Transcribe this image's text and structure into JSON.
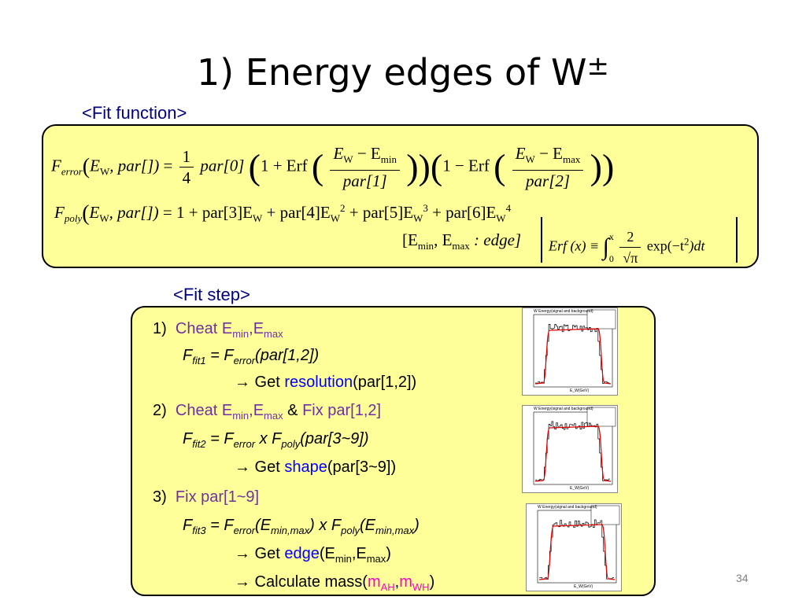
{
  "title": {
    "main": "1) Energy edges of W",
    "sup": "±"
  },
  "fit_function_label": "<Fit function>",
  "fit_step_label": "<Fit step>",
  "formulas": {
    "ferror_lhs": "F",
    "ferror_sub": "error",
    "ferror_args": "(E",
    "ew_sub": "W",
    "par_args": ", par[])",
    "eq": "=",
    "quarter_num": "1",
    "quarter_den": "4",
    "par0": "par[0]",
    "one_plus_erf": "1 + Erf",
    "frac1_num_a": "E",
    "frac1_num_sub_a": "W",
    "frac1_num_mid": " − E",
    "frac1_num_sub_b": "min",
    "frac1_den": "par[1]",
    "one_minus_erf": "1 − Erf",
    "frac2_num_a": "E",
    "frac2_num_sub_a": "W",
    "frac2_num_mid": " − E",
    "frac2_num_sub_b": "max",
    "frac2_den": "par[2]",
    "fpoly_sub": "poly",
    "poly_rhs_1": "= 1 + par[3]E",
    "poly_rhs_2": " + par[4]E",
    "poly_rhs_3": " + par[5]E",
    "poly_rhs_4": " + par[6]E",
    "exp2": "2",
    "exp3": "3",
    "exp4": "4",
    "edge_a": "[E",
    "edge_sub_a": "min",
    "edge_b": ", E",
    "edge_sub_b": "max",
    "edge_c": " : edge]",
    "erf_lhs": "Erf (x) ≡",
    "int_sym": "∫",
    "int_upper": "x",
    "int_lower": "0",
    "erf_num": "2",
    "erf_den": "√π",
    "erf_tail": "exp(−t",
    "erf_tail_sup": "2",
    "erf_tail_end": ")dt"
  },
  "steps": {
    "s1": {
      "num": "1)",
      "cheat": "Cheat E",
      "min": "min",
      "comma": ",E",
      "max": "max",
      "f_line": {
        "f": "F",
        "sub": "fit1",
        "eq": " = F",
        "esub": "error",
        "rest": "(par[1,2])"
      },
      "arrow": "→ Get ",
      "keyword": "resolution",
      "tail": "(par[1,2])"
    },
    "s2": {
      "num": "2)",
      "cheat": "Cheat E",
      "min": "min",
      "comma": ",E",
      "max": "max",
      "amp": " & ",
      "fix": "Fix par[1,2]",
      "f_line": {
        "f": "F",
        "sub": "fit2",
        "eq": " = F",
        "esub": "error",
        "mid": " x F",
        "psub": "poly",
        "rest": "(par[3~9])"
      },
      "arrow": "→ Get ",
      "keyword": "shape",
      "tail": "(par[3~9])"
    },
    "s3": {
      "num": "3)",
      "fix": "Fix par[1~9]",
      "f_line": {
        "f": "F",
        "sub": "fit3",
        "eq": " = F",
        "esub": "error",
        "open": "(E",
        "mm": "min,max",
        "mid": ") x F",
        "psub": "poly",
        "open2": "(E",
        "mm2": "min,max",
        "close": ")"
      },
      "arrow1": "→ Get ",
      "keyword1": "edge",
      "tail1a": "(E",
      "tail1_min": "min",
      "tail1b": ",E",
      "tail1_max": "max",
      "tail1c": ")",
      "arrow2": "→ Calculate mass(",
      "m1": "m",
      "m1_sub": "AH",
      "mcomma": ",",
      "m2": "m",
      "m2_sub": "WH",
      "mclose": ")"
    }
  },
  "thumbnails": [
    {
      "title": "W Energy(signal and background)",
      "xlabel": "E_W(GeV)"
    },
    {
      "title": "W Energy(signal and background)",
      "xlabel": "E_W(GeV)"
    },
    {
      "title": "W Energy(signal and background)",
      "xlabel": "E_W(GeV)"
    }
  ],
  "page_number": "34",
  "colors": {
    "box_fill": "#ffff99",
    "label": "#000080",
    "purple": "#7030a0",
    "blue": "#0000ff",
    "magenta": "#ff00cc"
  }
}
